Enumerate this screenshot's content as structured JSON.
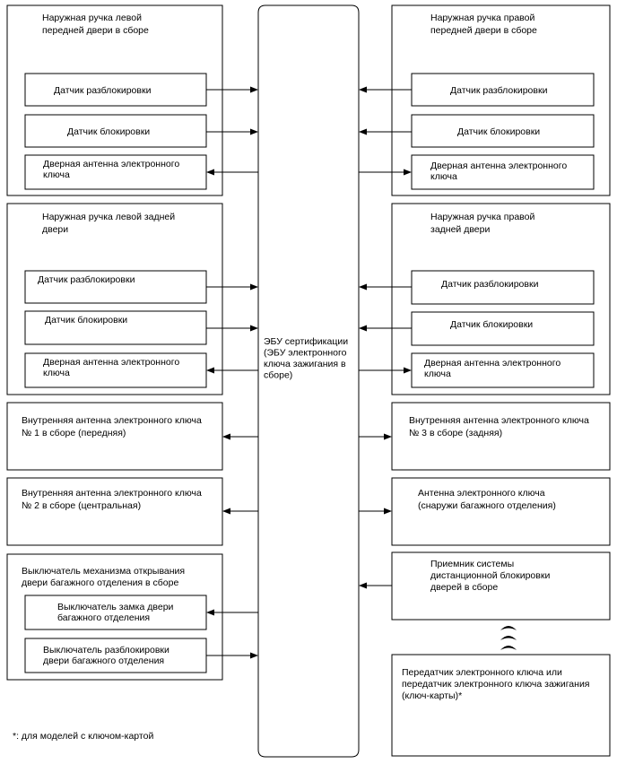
{
  "ecu": {
    "lines": [
      "ЭБУ сертификации",
      "(ЭБУ электронного",
      "ключа зажигания в",
      "сборе)"
    ]
  },
  "groups": {
    "front_left": {
      "title": [
        "Наружная ручка левой",
        "передней двери в сборе"
      ],
      "items": [
        [
          "Датчик разблокировки"
        ],
        [
          "Датчик блокировки"
        ],
        [
          "Дверная антенна электронного",
          "ключа"
        ]
      ]
    },
    "front_right": {
      "title": [
        "Наружная ручка правой",
        "передней двери в сборе"
      ],
      "items": [
        [
          "Датчик разблокировки"
        ],
        [
          "Датчик блокировки"
        ],
        [
          "Дверная антенна электронного",
          "ключа"
        ]
      ]
    },
    "rear_left": {
      "title": [
        "Наружная ручка левой задней",
        "двери"
      ],
      "items": [
        [
          "Датчик разблокировки"
        ],
        [
          "Датчик блокировки"
        ],
        [
          "Дверная антенна электронного",
          "ключа"
        ]
      ]
    },
    "rear_right": {
      "title": [
        "Наружная ручка правой",
        "задней двери"
      ],
      "items": [
        [
          "Датчик разблокировки"
        ],
        [
          "Датчик блокировки"
        ],
        [
          "Дверная антенна электронного",
          "ключа"
        ]
      ]
    },
    "trunk": {
      "title": [
        "Выключатель механизма открывания",
        "двери багажного отделения в сборе"
      ],
      "items": [
        [
          "Выключатель замка двери",
          "багажного отделения"
        ],
        [
          "Выключатель разблокировки",
          "двери багажного отделения"
        ]
      ]
    }
  },
  "singles": {
    "antenna_1": [
      "Внутренняя антенна электронного ключа",
      "№ 1 в сборе (передняя)"
    ],
    "antenna_2": [
      "Внутренняя антенна электронного ключа",
      "№ 2 в сборе (центральная)"
    ],
    "antenna_3": [
      "Внутренняя антенна электронного ключа",
      "№ 3 в сборе (задняя)"
    ],
    "antenna_outside": [
      "Антенна электронного ключа",
      "(снаружи багажного отделения)"
    ],
    "receiver": [
      "Приемник системы",
      "дистанционной блокировки",
      "дверей в сборе"
    ],
    "transmitter": [
      "Передатчик электронного ключа или",
      "передатчик электронного ключа зажигания",
      "(ключ-карты)*"
    ]
  },
  "footnote": "*: для моделей с ключом-картой"
}
